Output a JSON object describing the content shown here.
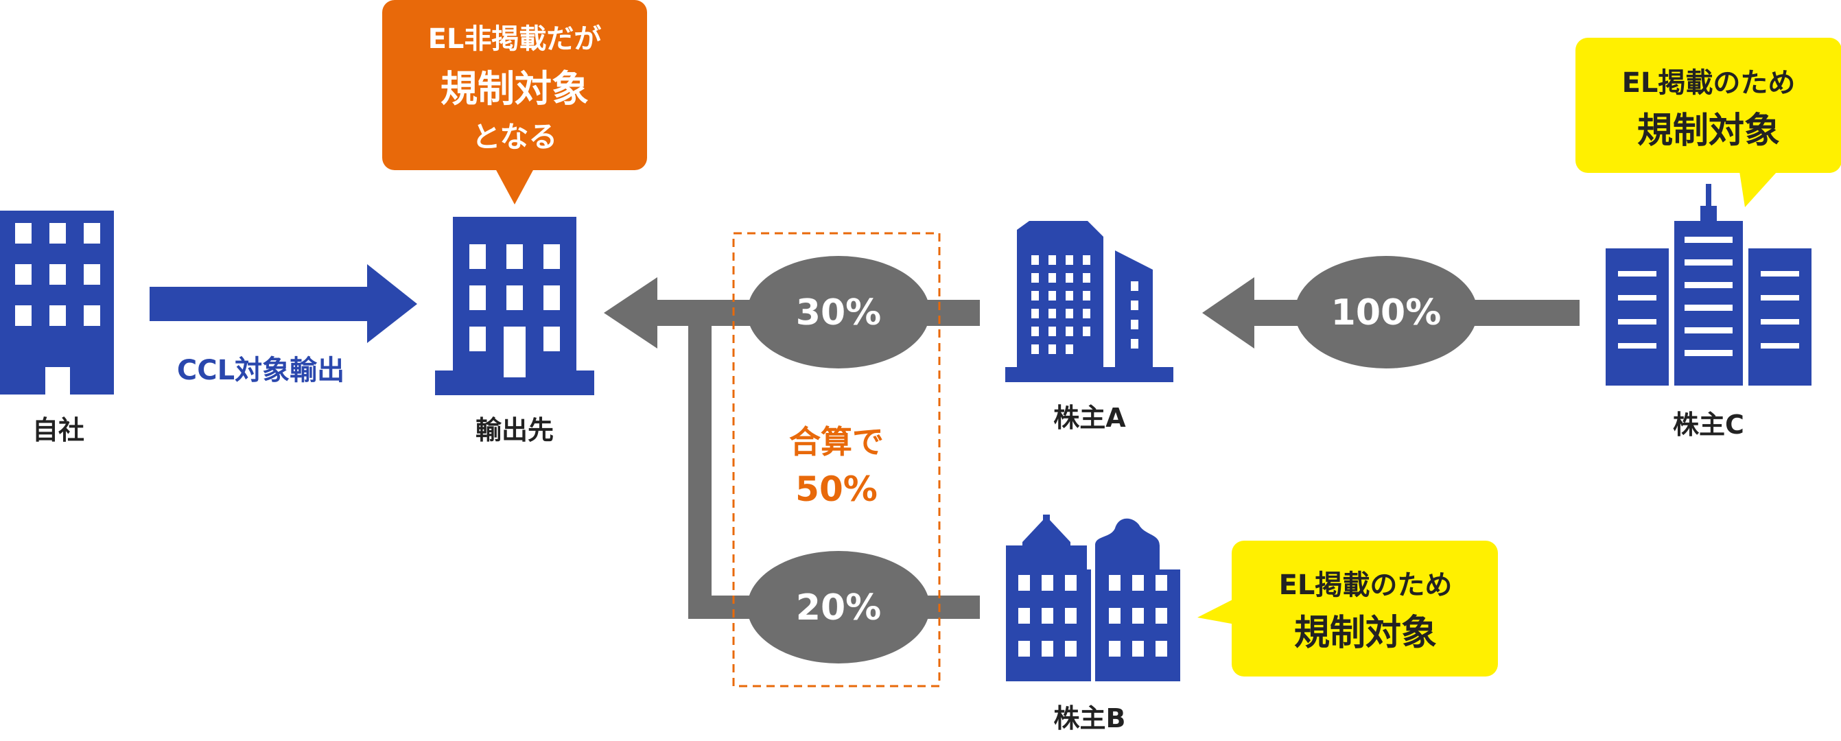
{
  "colors": {
    "building": "#2a47ad",
    "arrow_gray": "#6e6e6e",
    "orange": "#e8690a",
    "yellow": "#fff000",
    "text_dark": "#222222",
    "white": "#ffffff"
  },
  "nodes": {
    "self": "自社",
    "destination": "輸出先",
    "shareholder_a": "株主A",
    "shareholder_b": "株主B",
    "shareholder_c": "株主C"
  },
  "export_arrow_label": "CCL対象輸出",
  "ownership": {
    "a_to_destination": "30%",
    "b_to_destination": "20%",
    "c_to_a": "100%"
  },
  "combined_note": {
    "line1": "合算で",
    "line2": "50%"
  },
  "callouts": {
    "destination": {
      "line1": "EL非掲載だが",
      "line2": "規制対象",
      "line3": "となる"
    },
    "shareholder_c": {
      "line1": "EL掲載のため",
      "line2": "規制対象"
    },
    "shareholder_b": {
      "line1": "EL掲載のため",
      "line2": "規制対象"
    }
  },
  "icons": {
    "self": "office-building-icon",
    "destination": "office-building-icon",
    "shareholder_a": "city-buildings-icon",
    "shareholder_b": "townhouses-icon",
    "shareholder_c": "tower-building-icon"
  }
}
